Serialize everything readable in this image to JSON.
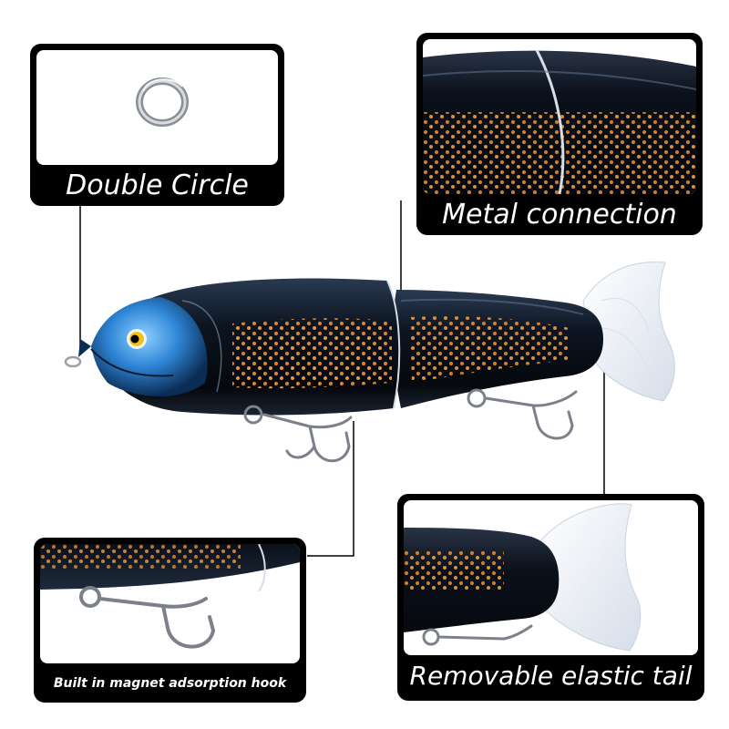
{
  "callouts": {
    "ring": {
      "label": "Double Circle"
    },
    "joint": {
      "label": "Metal connection"
    },
    "hook": {
      "label": "Built in magnet adsorption hook"
    },
    "tail": {
      "label": "Removable elastic tail"
    }
  },
  "colors": {
    "background": "#ffffff",
    "callout_frame": "#000000",
    "caption_text": "#ffffff",
    "lure_body": "#0c1420",
    "lure_head": "#2f86d6",
    "dots": "#e08a2a",
    "tail": "#e8eef8",
    "hook_metal": "#8b8f96"
  },
  "icons": [
    "split-ring-icon",
    "treble-hook-icon",
    "swimbait-lure-icon"
  ]
}
